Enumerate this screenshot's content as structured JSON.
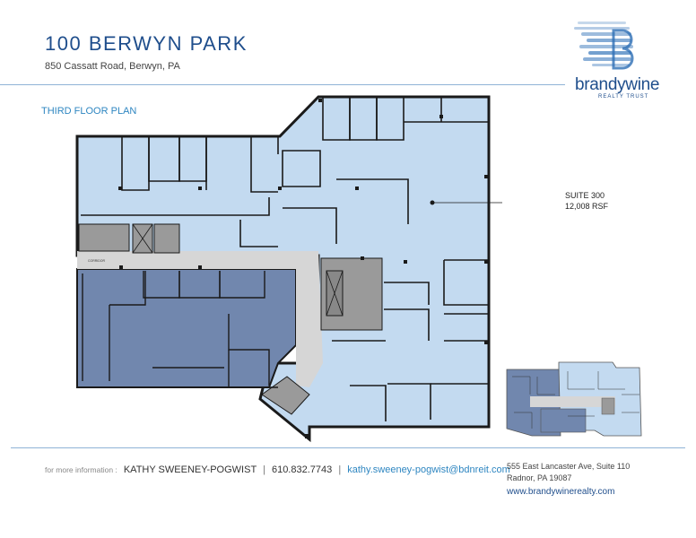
{
  "header": {
    "title": "100 BERWYN PARK",
    "address": "850 Cassatt Road, Berwyn, PA",
    "floor_label": "THIRD FLOOR PLAN"
  },
  "brand": {
    "wordmark": "brandywine",
    "tagline": "REALTY TRUST",
    "logo_icon": "brandywine-b-stripes-logo",
    "primary_color": "#1f4e8c",
    "accent_color": "#2e86c1"
  },
  "plan": {
    "suite_name": "SUITE 300",
    "suite_area": "12,008 RSF",
    "corridor_label": "CORRIDOR",
    "available_color": "#c3daf0",
    "occupied_color": "#7187ae",
    "core_color": "#9a9a9a",
    "corridor_color": "#d6d6d6"
  },
  "footer": {
    "more_info_label": "for more information :",
    "contact_name": "KATHY SWEENEY-POGWIST",
    "phone": "610.832.7743",
    "email": "kathy.sweeney-pogwist@bdnreit.com",
    "office_address_line1": "555 East Lancaster Ave, Suite 110",
    "office_address_line2": "Radnor, PA 19087",
    "website": "www.brandywinerealty.com"
  }
}
